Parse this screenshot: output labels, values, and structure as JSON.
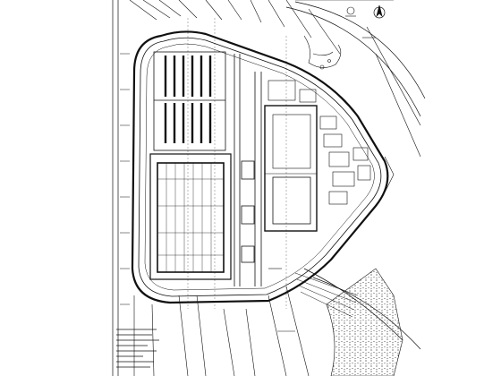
{
  "drawing": {
    "north_symbol": "north-arrow",
    "scale_bar": "scale-bar",
    "notes_block_lines": 8
  },
  "colors": {
    "line": "#111111",
    "background": "#ffffff"
  }
}
